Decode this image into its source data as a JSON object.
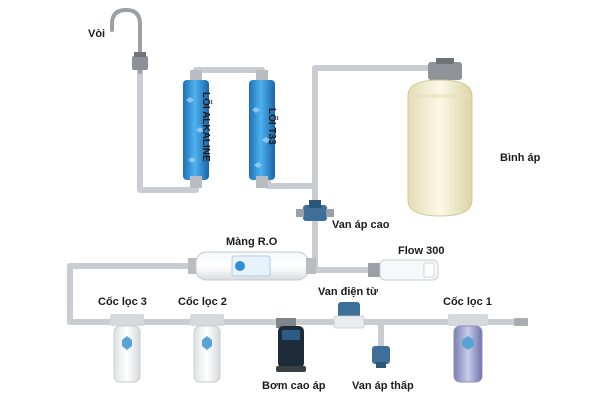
{
  "labels": {
    "faucet": "Vòi",
    "alkaline": "LÕI ALKALINE",
    "t33": "LÕI T33",
    "tank": "Bình áp",
    "high_valve": "Van áp cao",
    "ro_membrane": "Màng R.O",
    "flow": "Flow 300",
    "cup3": "Cốc lọc 3",
    "cup2": "Cốc lọc 2",
    "solenoid": "Van điện từ",
    "cup1": "Cốc lọc 1",
    "pump": "Bơm cao áp",
    "low_valve": "Van áp thấp"
  },
  "colors": {
    "pipe": "#c9ccd0",
    "pipe_edge": "#a9adb2",
    "tank": "#f3eed4",
    "cartridge": "#2f8fd6",
    "text": "#1b1b1b"
  }
}
